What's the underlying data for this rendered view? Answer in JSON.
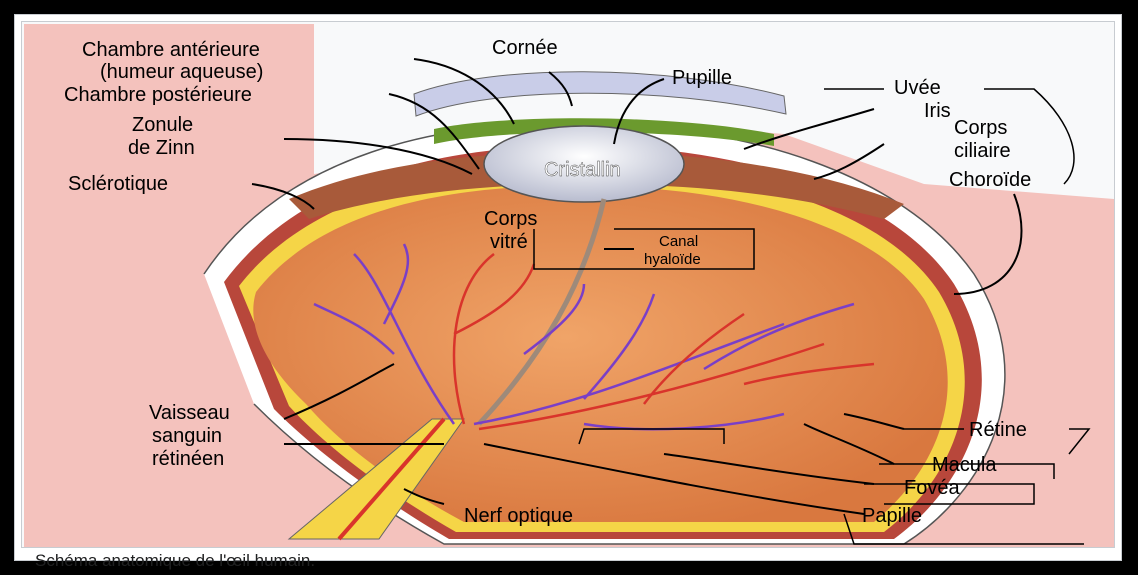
{
  "labels": {
    "chambre_anterieure_1": "Chambre antérieure",
    "chambre_anterieure_2": "(humeur aqueuse)",
    "chambre_posterieure": "Chambre postérieure",
    "zonule_1": "Zonule",
    "zonule_2": "de Zinn",
    "sclerotique": "Sclérotique",
    "cornee": "Cornée",
    "pupille": "Pupille",
    "uvee": "Uvée",
    "iris": "Iris",
    "corps_ciliaire_1": "Corps",
    "corps_ciliaire_2": "ciliaire",
    "choroide": "Choroïde",
    "cristallin": "Cristallin",
    "corps_vitre_1": "Corps",
    "corps_vitre_2": "vitré",
    "canal_1": "Canal",
    "canal_2": "hyaloïde",
    "vaisseau_1": "Vaisseau",
    "vaisseau_2": "sanguin",
    "vaisseau_3": "rétinéen",
    "retine": "Rétine",
    "macula": "Macula",
    "fovea": "Fovéa",
    "nerf_optique": "Nerf optique",
    "papille": "Papille"
  },
  "caption": "Schéma anatomique de l'œil humain.",
  "colors": {
    "background_skin": "#f4c2bd",
    "eyeball": "#e8915a",
    "retina": "#f5d547",
    "choroid": "#c0392b",
    "vessel_red": "#d9342b",
    "vessel_purple": "#7a3fc7",
    "cornea": "#c9cde8",
    "iris": "#6b9a2e",
    "lens": "#e8e8f0"
  }
}
